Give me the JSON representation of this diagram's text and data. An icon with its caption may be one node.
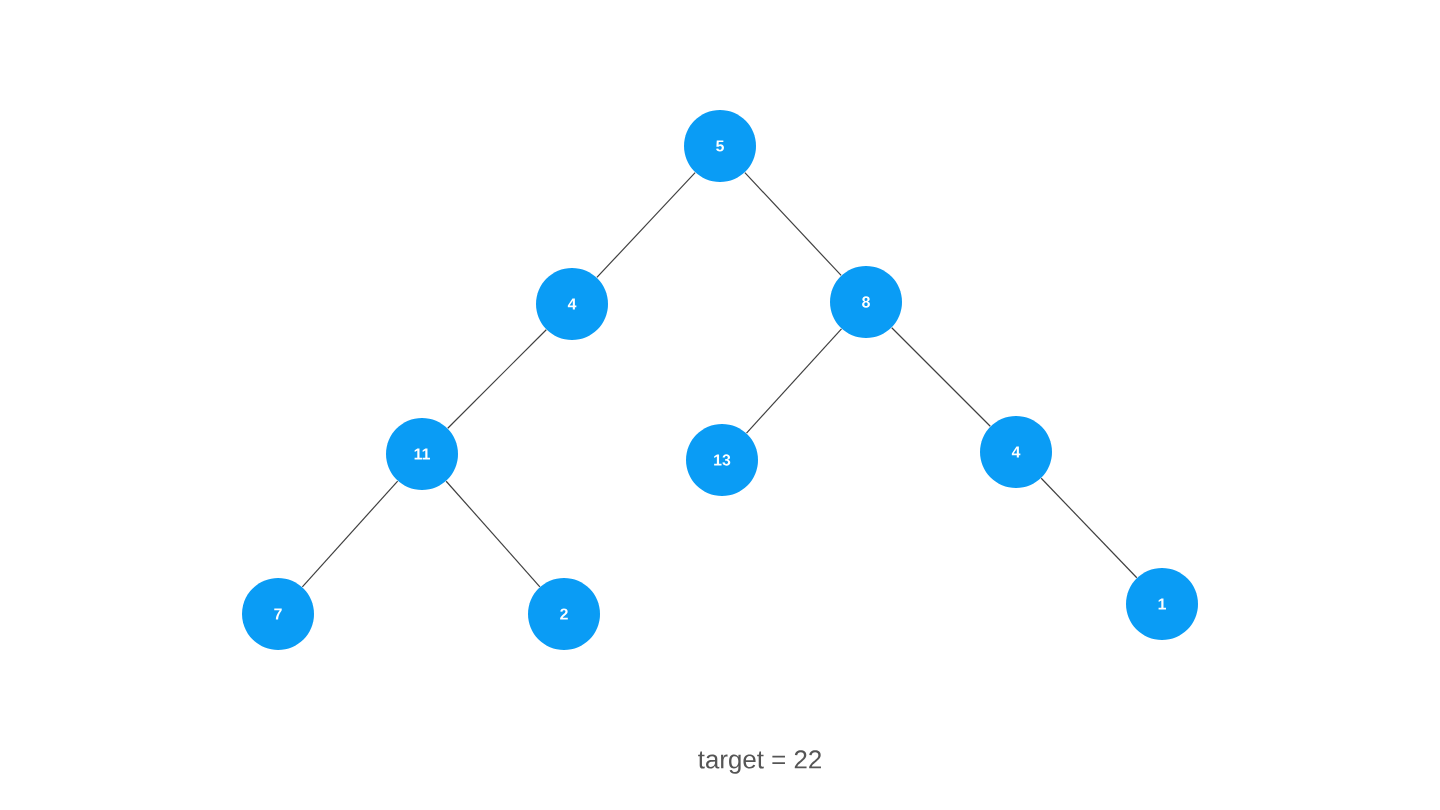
{
  "diagram": {
    "nodes": [
      {
        "text": [
          "5"
        ]
      },
      {
        "text": [
          "4"
        ]
      },
      {
        "text": [
          "8"
        ]
      },
      {
        "text": [
          "11"
        ]
      },
      {
        "text": [
          "13"
        ]
      },
      {
        "text": [
          "4"
        ]
      },
      {
        "text": [
          "7"
        ]
      },
      {
        "text": [
          "2"
        ]
      },
      {
        "text": [
          "1"
        ]
      }
    ],
    "edges": [
      {
        "from": 0,
        "to": 1,
        "arrow": "none"
      },
      {
        "from": 0,
        "to": 2,
        "arrow": "none"
      },
      {
        "from": 1,
        "to": 3,
        "arrow": "none"
      },
      {
        "from": 2,
        "to": 4,
        "arrow": "none"
      },
      {
        "from": 2,
        "to": 5,
        "arrow": "none"
      },
      {
        "from": 3,
        "to": 6,
        "arrow": "none"
      },
      {
        "from": 3,
        "to": 7,
        "arrow": "none"
      },
      {
        "from": 5,
        "to": 8,
        "arrow": "none"
      }
    ],
    "labels": [
      "target = 22"
    ]
  }
}
